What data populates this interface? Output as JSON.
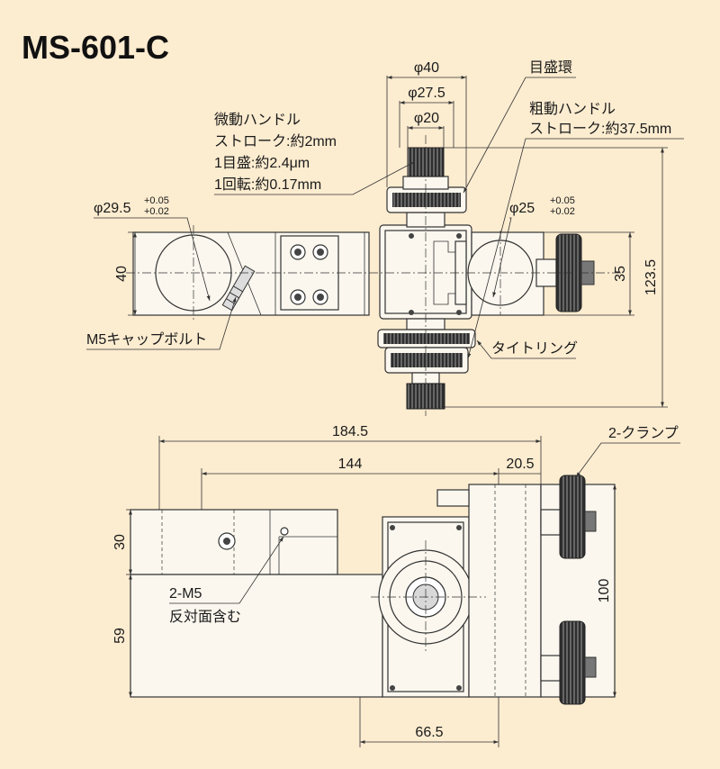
{
  "title": "MS-601-C",
  "callouts": {
    "scale_ring": "目盛環",
    "coarse_handle": [
      "粗動ハンドル",
      "ストローク:約37.5mm"
    ],
    "fine_handle": [
      "微動ハンドル",
      "ストローク:約2mm",
      "1目盛:約2.4μm",
      "1回転:約0.17mm"
    ],
    "cap_bolt": "M5キャップボルト",
    "tight_ring": "タイトリング",
    "clamp": "2-クランプ",
    "m5_note": [
      "2-M5",
      "反対面含む"
    ]
  },
  "dimensions": {
    "top_view": {
      "dia_40": "φ40",
      "dia_27_5": "φ27.5",
      "dia_20": "φ20",
      "dia_29_5": "φ29.5",
      "dia_29_5_tol_upper": "+0.05",
      "dia_29_5_tol_lower": "+0.02",
      "dia_25": "φ25",
      "dia_25_tol_upper": "+0.05",
      "dia_25_tol_lower": "+0.02",
      "height_40": "40",
      "height_35": "35",
      "height_123_5": "123.5"
    },
    "side_view": {
      "width_184_5": "184.5",
      "width_144": "144",
      "width_20_5": "20.5",
      "height_30": "30",
      "height_59": "59",
      "height_100": "100",
      "width_66_5": "66.5"
    }
  },
  "colors": {
    "background": "#fcecd0",
    "line": "#333333",
    "part_fill": "#fbf7ee",
    "knurl": "#3a3a3a"
  }
}
